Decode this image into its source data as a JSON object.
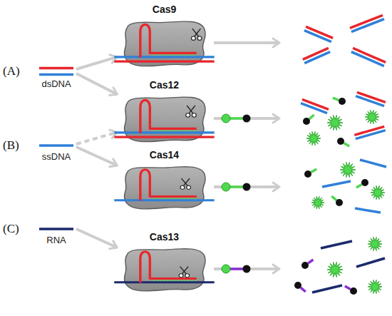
{
  "diagram": {
    "nodes": [
      {
        "text": [
          "dsDNA"
        ]
      },
      {
        "text": [
          "ssDNA"
        ]
      },
      {
        "text": [
          "RNA"
        ]
      },
      {
        "text": [
          "Cas9"
        ]
      },
      {
        "text": [
          "Cas12"
        ]
      },
      {
        "text": [
          "Cas14"
        ]
      },
      {
        "text": [
          "Cas13"
        ]
      }
    ],
    "edges": [
      {
        "from": 0,
        "to": 3,
        "arrow": "to"
      },
      {
        "from": 0,
        "to": 4,
        "arrow": "to"
      },
      {
        "from": 1,
        "to": 4,
        "arrow": "to"
      },
      {
        "from": 1,
        "to": 5,
        "arrow": "to"
      },
      {
        "from": 2,
        "to": 6,
        "arrow": "to"
      }
    ],
    "labels": [
      "(A)",
      "(B)",
      "(C)"
    ]
  }
}
